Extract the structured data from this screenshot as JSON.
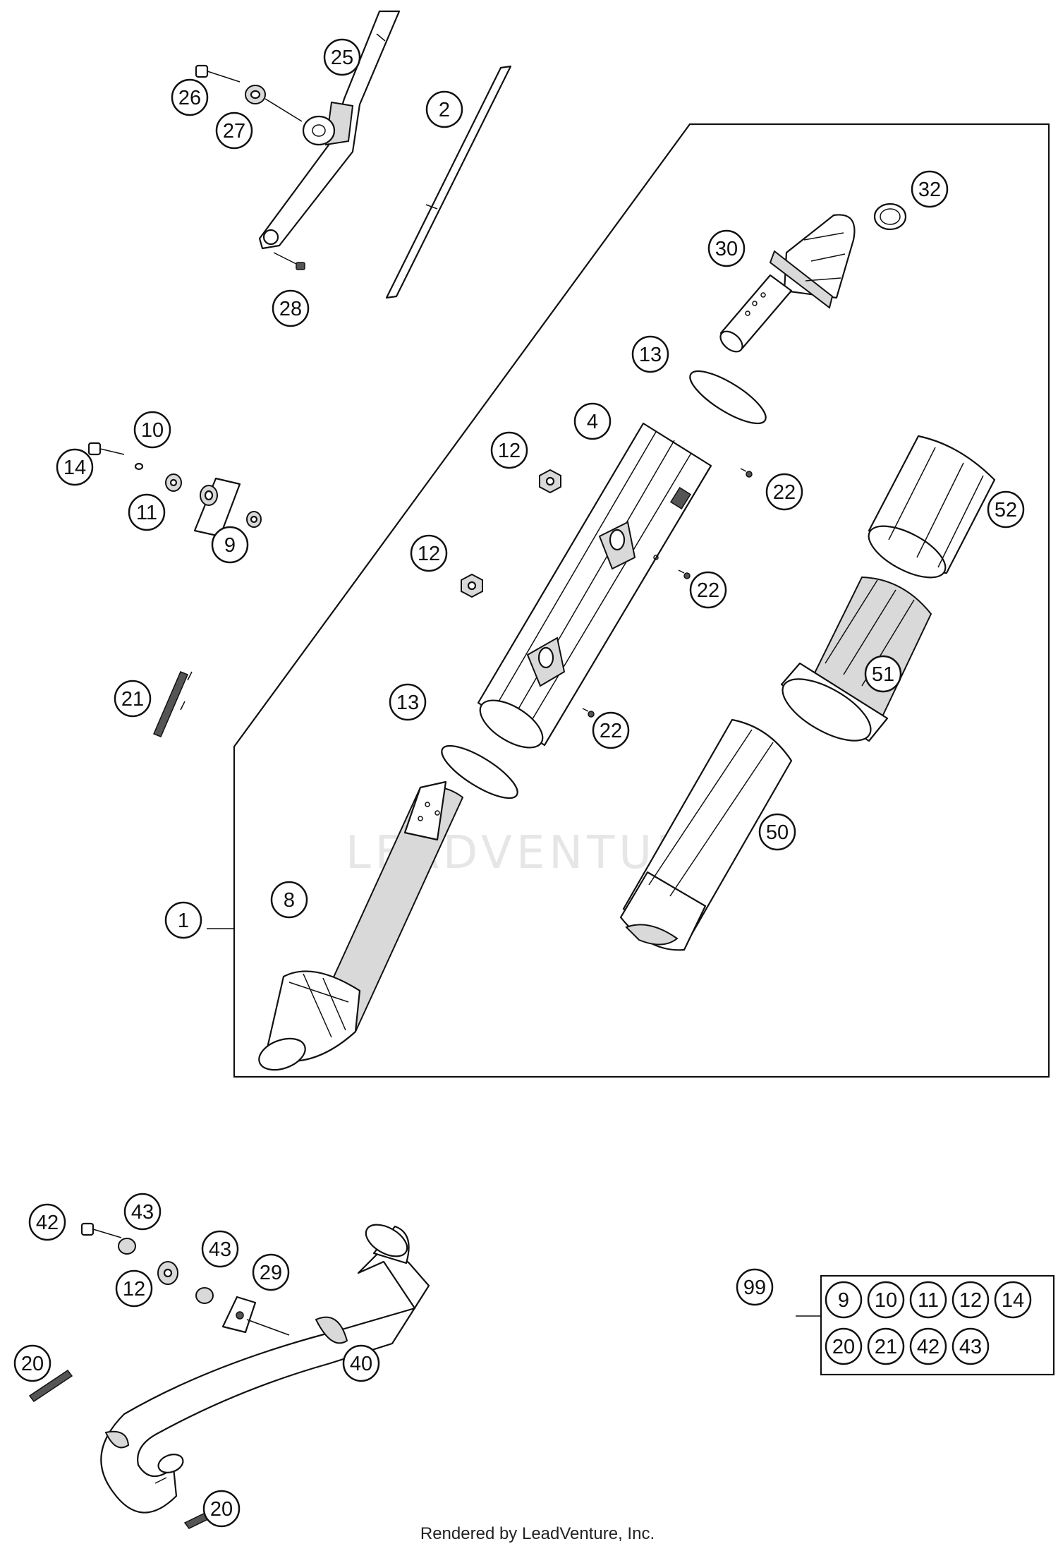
{
  "watermark_text": "LEADVENTURE",
  "footer_text": "Rendered by LeadVenture, Inc.",
  "callouts": [
    {
      "id": "25",
      "label": "25"
    },
    {
      "id": "26",
      "label": "26"
    },
    {
      "id": "27",
      "label": "27"
    },
    {
      "id": "2",
      "label": "2"
    },
    {
      "id": "28",
      "label": "28"
    },
    {
      "id": "32",
      "label": "32"
    },
    {
      "id": "30",
      "label": "30"
    },
    {
      "id": "13a",
      "label": "13"
    },
    {
      "id": "10",
      "label": "10"
    },
    {
      "id": "14",
      "label": "14"
    },
    {
      "id": "11",
      "label": "11"
    },
    {
      "id": "9",
      "label": "9"
    },
    {
      "id": "12a",
      "label": "12"
    },
    {
      "id": "4",
      "label": "4"
    },
    {
      "id": "22a",
      "label": "22"
    },
    {
      "id": "52",
      "label": "52"
    },
    {
      "id": "12b",
      "label": "12"
    },
    {
      "id": "22b",
      "label": "22"
    },
    {
      "id": "21",
      "label": "21"
    },
    {
      "id": "51",
      "label": "51"
    },
    {
      "id": "13b",
      "label": "13"
    },
    {
      "id": "22c",
      "label": "22"
    },
    {
      "id": "50",
      "label": "50"
    },
    {
      "id": "8",
      "label": "8"
    },
    {
      "id": "1",
      "label": "1"
    },
    {
      "id": "42",
      "label": "42"
    },
    {
      "id": "43a",
      "label": "43"
    },
    {
      "id": "43b",
      "label": "43"
    },
    {
      "id": "12c",
      "label": "12"
    },
    {
      "id": "29",
      "label": "29"
    },
    {
      "id": "20a",
      "label": "20"
    },
    {
      "id": "40",
      "label": "40"
    },
    {
      "id": "20b",
      "label": "20"
    },
    {
      "id": "99",
      "label": "99"
    }
  ],
  "kit_box": {
    "row1": [
      "9",
      "10",
      "11",
      "12",
      "14"
    ],
    "row2": [
      "20",
      "21",
      "42",
      "43"
    ]
  }
}
